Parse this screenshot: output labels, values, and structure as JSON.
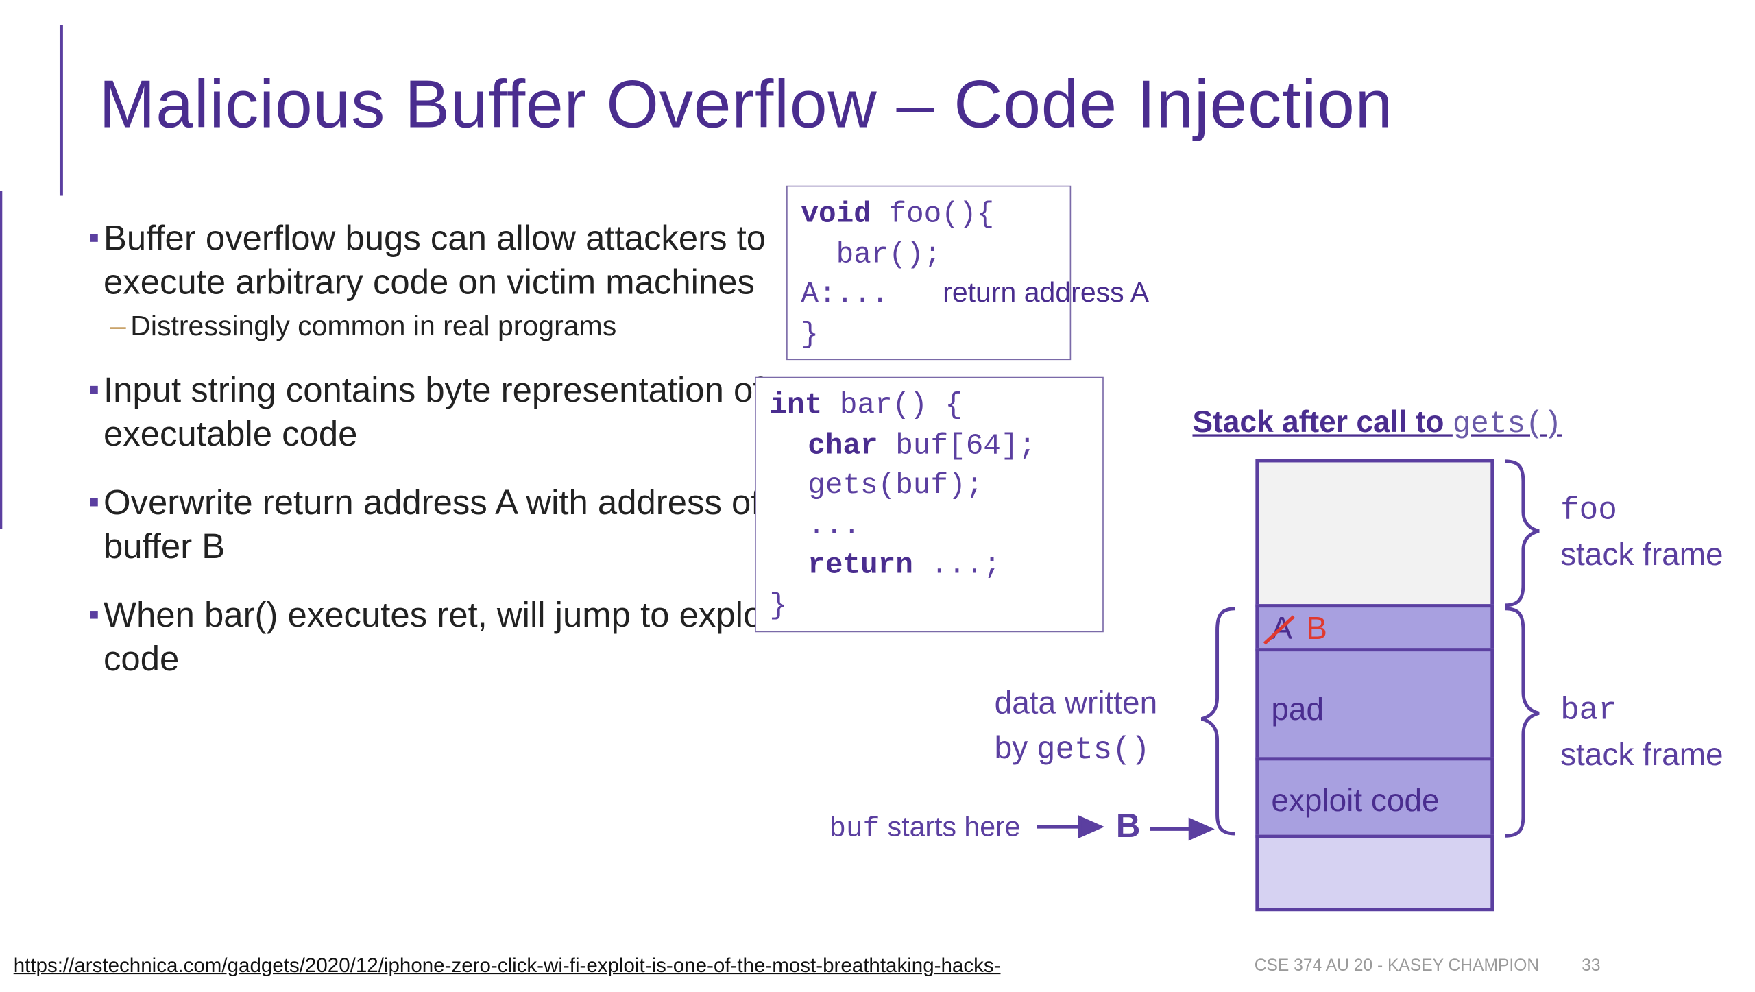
{
  "slide": {
    "title": "Malicious Buffer Overflow – Code Injection",
    "bullets": [
      "Buffer overflow bugs can allow attackers to execute arbitrary code on victim machines",
      "Input string contains byte representation of executable code",
      "Overwrite return address A with address of buffer B",
      "When bar() executes ret, will jump to exploit code"
    ],
    "sub_bullet": "Distressingly common in real programs",
    "foo_code": {
      "line1_kw": "void",
      "line1_rest": " foo(){",
      "line2": "  bar();",
      "line3": "A:...",
      "line4": "}"
    },
    "return_label": "return address A",
    "bar_code": {
      "line1_kw": "int",
      "line1_rest": " bar() {",
      "line2_kw": "char",
      "line2_rest": " buf[64];",
      "line3": "gets(buf);",
      "line4": "...",
      "line5_kw": "return",
      "line5_rest": " ...;",
      "line6": "}"
    },
    "stack": {
      "title_text": "Stack after call to ",
      "title_mono": "gets()",
      "cells": {
        "ret_old": "A",
        "ret_new": "B",
        "pad": "pad",
        "exploit": "exploit code"
      },
      "foo_label_mono": "foo",
      "foo_label": "stack frame",
      "bar_label_mono": "bar",
      "bar_label": "stack frame",
      "data_written": "data written",
      "by_text": "by ",
      "by_mono": "gets()",
      "buf_mono": "buf",
      "buf_text": " starts here",
      "b_marker": "B"
    },
    "footer": {
      "link": "https://arstechnica.com/gadgets/2020/12/iphone-zero-click-wi-fi-exploit-is-one-of-the-most-breathtaking-hacks-",
      "course": "CSE 374 AU 20 - KASEY CHAMPION",
      "page": "33"
    },
    "colors": {
      "accent": "#5b3fa0",
      "title": "#4a2d8f",
      "cell_light": "#f2f2f2",
      "cell_mid": "#a8a0e0",
      "cell_bottom": "#d6d2f2",
      "strike": "#e03a2f"
    }
  }
}
